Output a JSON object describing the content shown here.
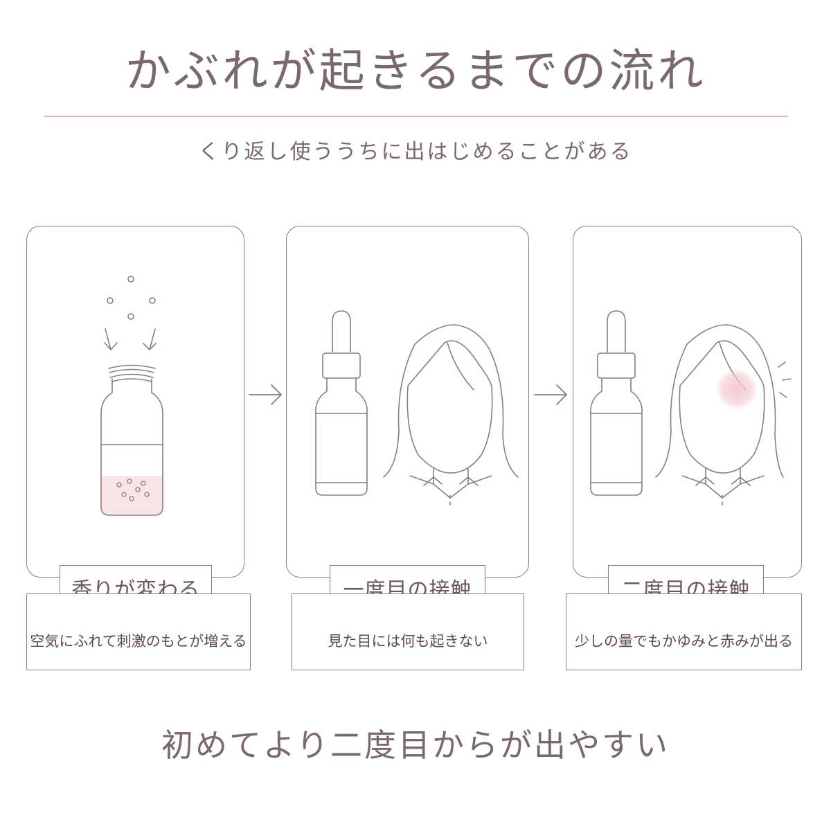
{
  "title": "かぶれが起きるまでの流れ",
  "subtitle": "くり返し使ううちに出はじめることがある",
  "steps": [
    {
      "label": "香りが変わる",
      "description": "空気にふれて刺激のもとが増える"
    },
    {
      "label": "一度目の接触",
      "description": "見た目には何も起きない"
    },
    {
      "label": "二度目の接触",
      "description": "少しの量でもかゆみと赤みが出る"
    }
  ],
  "footer": "初めてより二度目からが出やすい",
  "colors": {
    "line": "#8e7a82",
    "accent_rule": "#e2b8bf",
    "blush": "#f2c9ce",
    "liquid": "#f7e4e6"
  }
}
